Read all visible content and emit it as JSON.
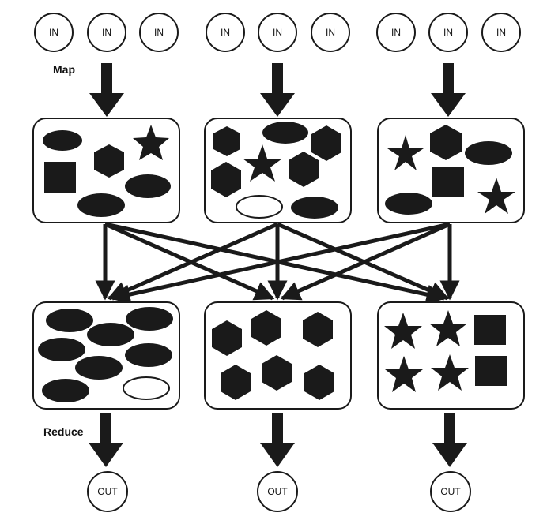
{
  "labels": {
    "in": "IN",
    "out": "OUT",
    "map": "Map",
    "reduce": "Reduce"
  },
  "input_nodes": [
    {
      "label": "IN"
    },
    {
      "label": "IN"
    },
    {
      "label": "IN"
    },
    {
      "label": "IN"
    },
    {
      "label": "IN"
    },
    {
      "label": "IN"
    },
    {
      "label": "IN"
    },
    {
      "label": "IN"
    },
    {
      "label": "IN"
    }
  ],
  "output_nodes": [
    {
      "label": "OUT"
    },
    {
      "label": "OUT"
    },
    {
      "label": "OUT"
    }
  ],
  "map_boxes": [
    {
      "shapes": [
        "ellipse",
        "hexagon",
        "star",
        "square",
        "ellipse",
        "ellipse"
      ]
    },
    {
      "shapes": [
        "hexagon",
        "ellipse",
        "hexagon",
        "star",
        "hexagon",
        "hexagon",
        "ellipse-outline",
        "ellipse"
      ]
    },
    {
      "shapes": [
        "star",
        "hexagon",
        "ellipse",
        "square",
        "ellipse",
        "star"
      ]
    }
  ],
  "reduce_boxes": [
    {
      "shapes": [
        "ellipse",
        "ellipse",
        "ellipse",
        "ellipse",
        "ellipse",
        "ellipse",
        "ellipse",
        "ellipse-outline"
      ]
    },
    {
      "shapes": [
        "hexagon",
        "hexagon",
        "hexagon",
        "hexagon",
        "hexagon",
        "hexagon"
      ]
    },
    {
      "shapes": [
        "star",
        "star",
        "square",
        "star",
        "star",
        "square"
      ]
    }
  ],
  "colors": {
    "ink": "#1a1a1a",
    "fill": "#ffffff"
  }
}
